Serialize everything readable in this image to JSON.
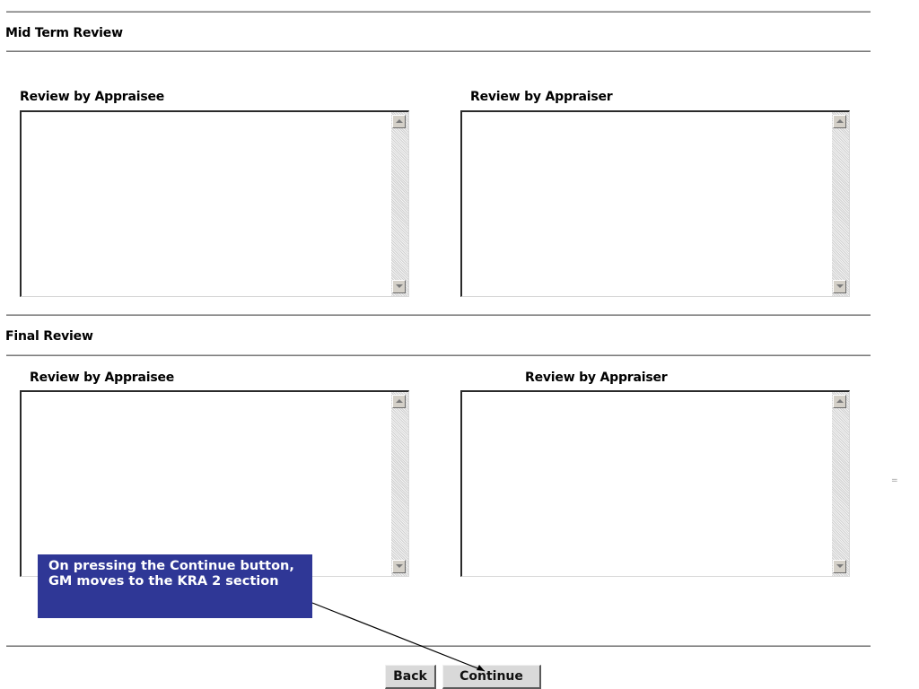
{
  "mid_term": {
    "title": "Mid Term Review",
    "appraisee_label": "Review by Appraisee",
    "appraiser_label": "Review by Appraiser",
    "appraisee_value": "",
    "appraiser_value": ""
  },
  "final": {
    "title": "Final Review",
    "appraisee_label": "Review by Appraisee",
    "appraiser_label": "Review by Appraiser",
    "appraisee_value": "",
    "appraiser_value": ""
  },
  "buttons": {
    "back_label": "Back",
    "continue_label": "Continue"
  },
  "callout": {
    "text": "On pressing  the Continue button, GM moves to the KRA 2 section",
    "background_color": "#2f3796",
    "text_color": "#ffffff"
  },
  "icons": {
    "scroll_up": "scroll-up-arrow-icon",
    "scroll_down": "scroll-down-arrow-icon"
  }
}
